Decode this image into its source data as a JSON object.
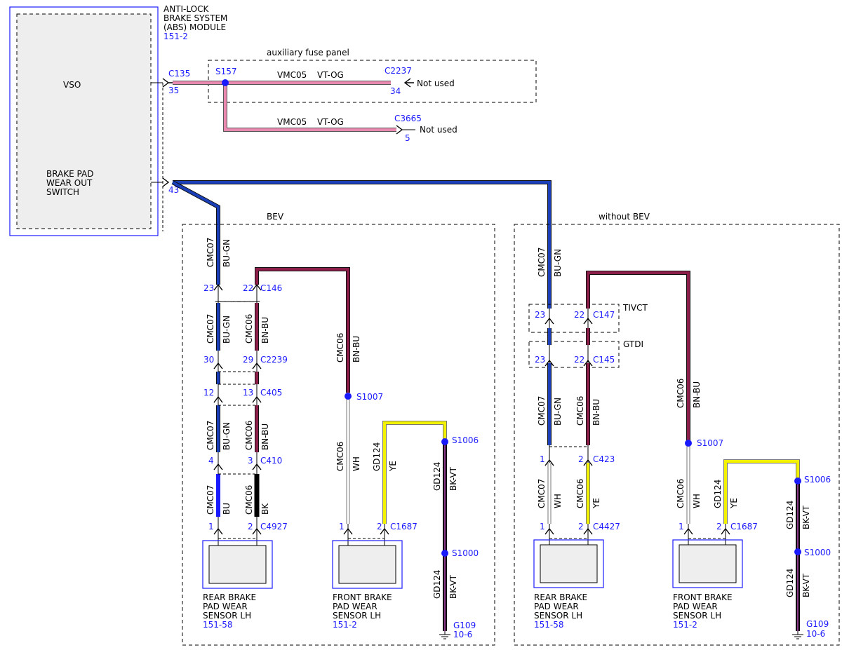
{
  "abs_module": {
    "title": [
      "ANTI-LOCK",
      "BRAKE SYSTEM",
      "(ABS) MODULE"
    ],
    "ref": "151-2",
    "vso_label": "VSO",
    "bpwos_label": [
      "BRAKE PAD",
      "WEAR OUT",
      "SWITCH"
    ]
  },
  "aux_panel": {
    "label": "auxiliary fuse panel",
    "c135": "C135",
    "pin35": "35",
    "splice_s157": "S157",
    "circuit": "VMC05",
    "color": "VT-OG",
    "c2237": "C2237",
    "pin34": "34",
    "c3665": "C3665",
    "pin5": "5",
    "not_used": "Not used"
  },
  "pin43": "43",
  "bev": {
    "label": "BEV",
    "cmc07": "CMC07",
    "cmc06": "CMC06",
    "gd124": "GD124",
    "bu_gn": "BU-GN",
    "bn_bu": "BN-BU",
    "bu": "BU",
    "bk": "BK",
    "wh": "WH",
    "ye": "YE",
    "bk_vt": "BK-VT",
    "c146": "C146",
    "p23": "23",
    "p22": "22",
    "c2239": "C2239",
    "p30": "30",
    "p29": "29",
    "c405": "C405",
    "p12": "12",
    "p13": "13",
    "c410": "C410",
    "p4": "4",
    "p3": "3",
    "c4927": "C4927",
    "p1": "1",
    "p2": "2",
    "c1687": "C1687",
    "s1007": "S1007",
    "s1006": "S1006",
    "s1000": "S1000",
    "g109": "G109",
    "g109_ref": "10-6",
    "rear_sensor": [
      "REAR BRAKE",
      "PAD WEAR",
      "SENSOR LH"
    ],
    "rear_ref": "151-58",
    "front_sensor": [
      "FRONT BRAKE",
      "PAD WEAR",
      "SENSOR LH"
    ],
    "front_ref": "151-2"
  },
  "nobev": {
    "label": "without BEV",
    "tivct": "TIVCT",
    "gtdi": "GTDI",
    "c147": "C147",
    "c145": "C145",
    "c423": "C423",
    "c4427": "C4427",
    "c1687": "C1687",
    "p23": "23",
    "p22": "22",
    "p1": "1",
    "p2": "2",
    "s1007": "S1007",
    "s1006": "S1006",
    "s1000": "S1000",
    "g109": "G109",
    "g109_ref": "10-6",
    "rear_sensor": [
      "REAR BRAKE",
      "PAD WEAR",
      "SENSOR LH"
    ],
    "rear_ref": "151-58",
    "front_sensor": [
      "FRONT BRAKE",
      "PAD WEAR",
      "SENSOR LH"
    ],
    "front_ref": "151-2"
  },
  "colors": {
    "bu_gn": "#1a3fb8",
    "bn_bu": "#8b1f4a",
    "vt_og": "#e88ab0",
    "bu": "#1a1aff",
    "bk": "#000000",
    "wh": "#ffffff",
    "ye": "#f2f200",
    "bk_vt": "#3a1030",
    "label_blue": "#1a1aff"
  }
}
